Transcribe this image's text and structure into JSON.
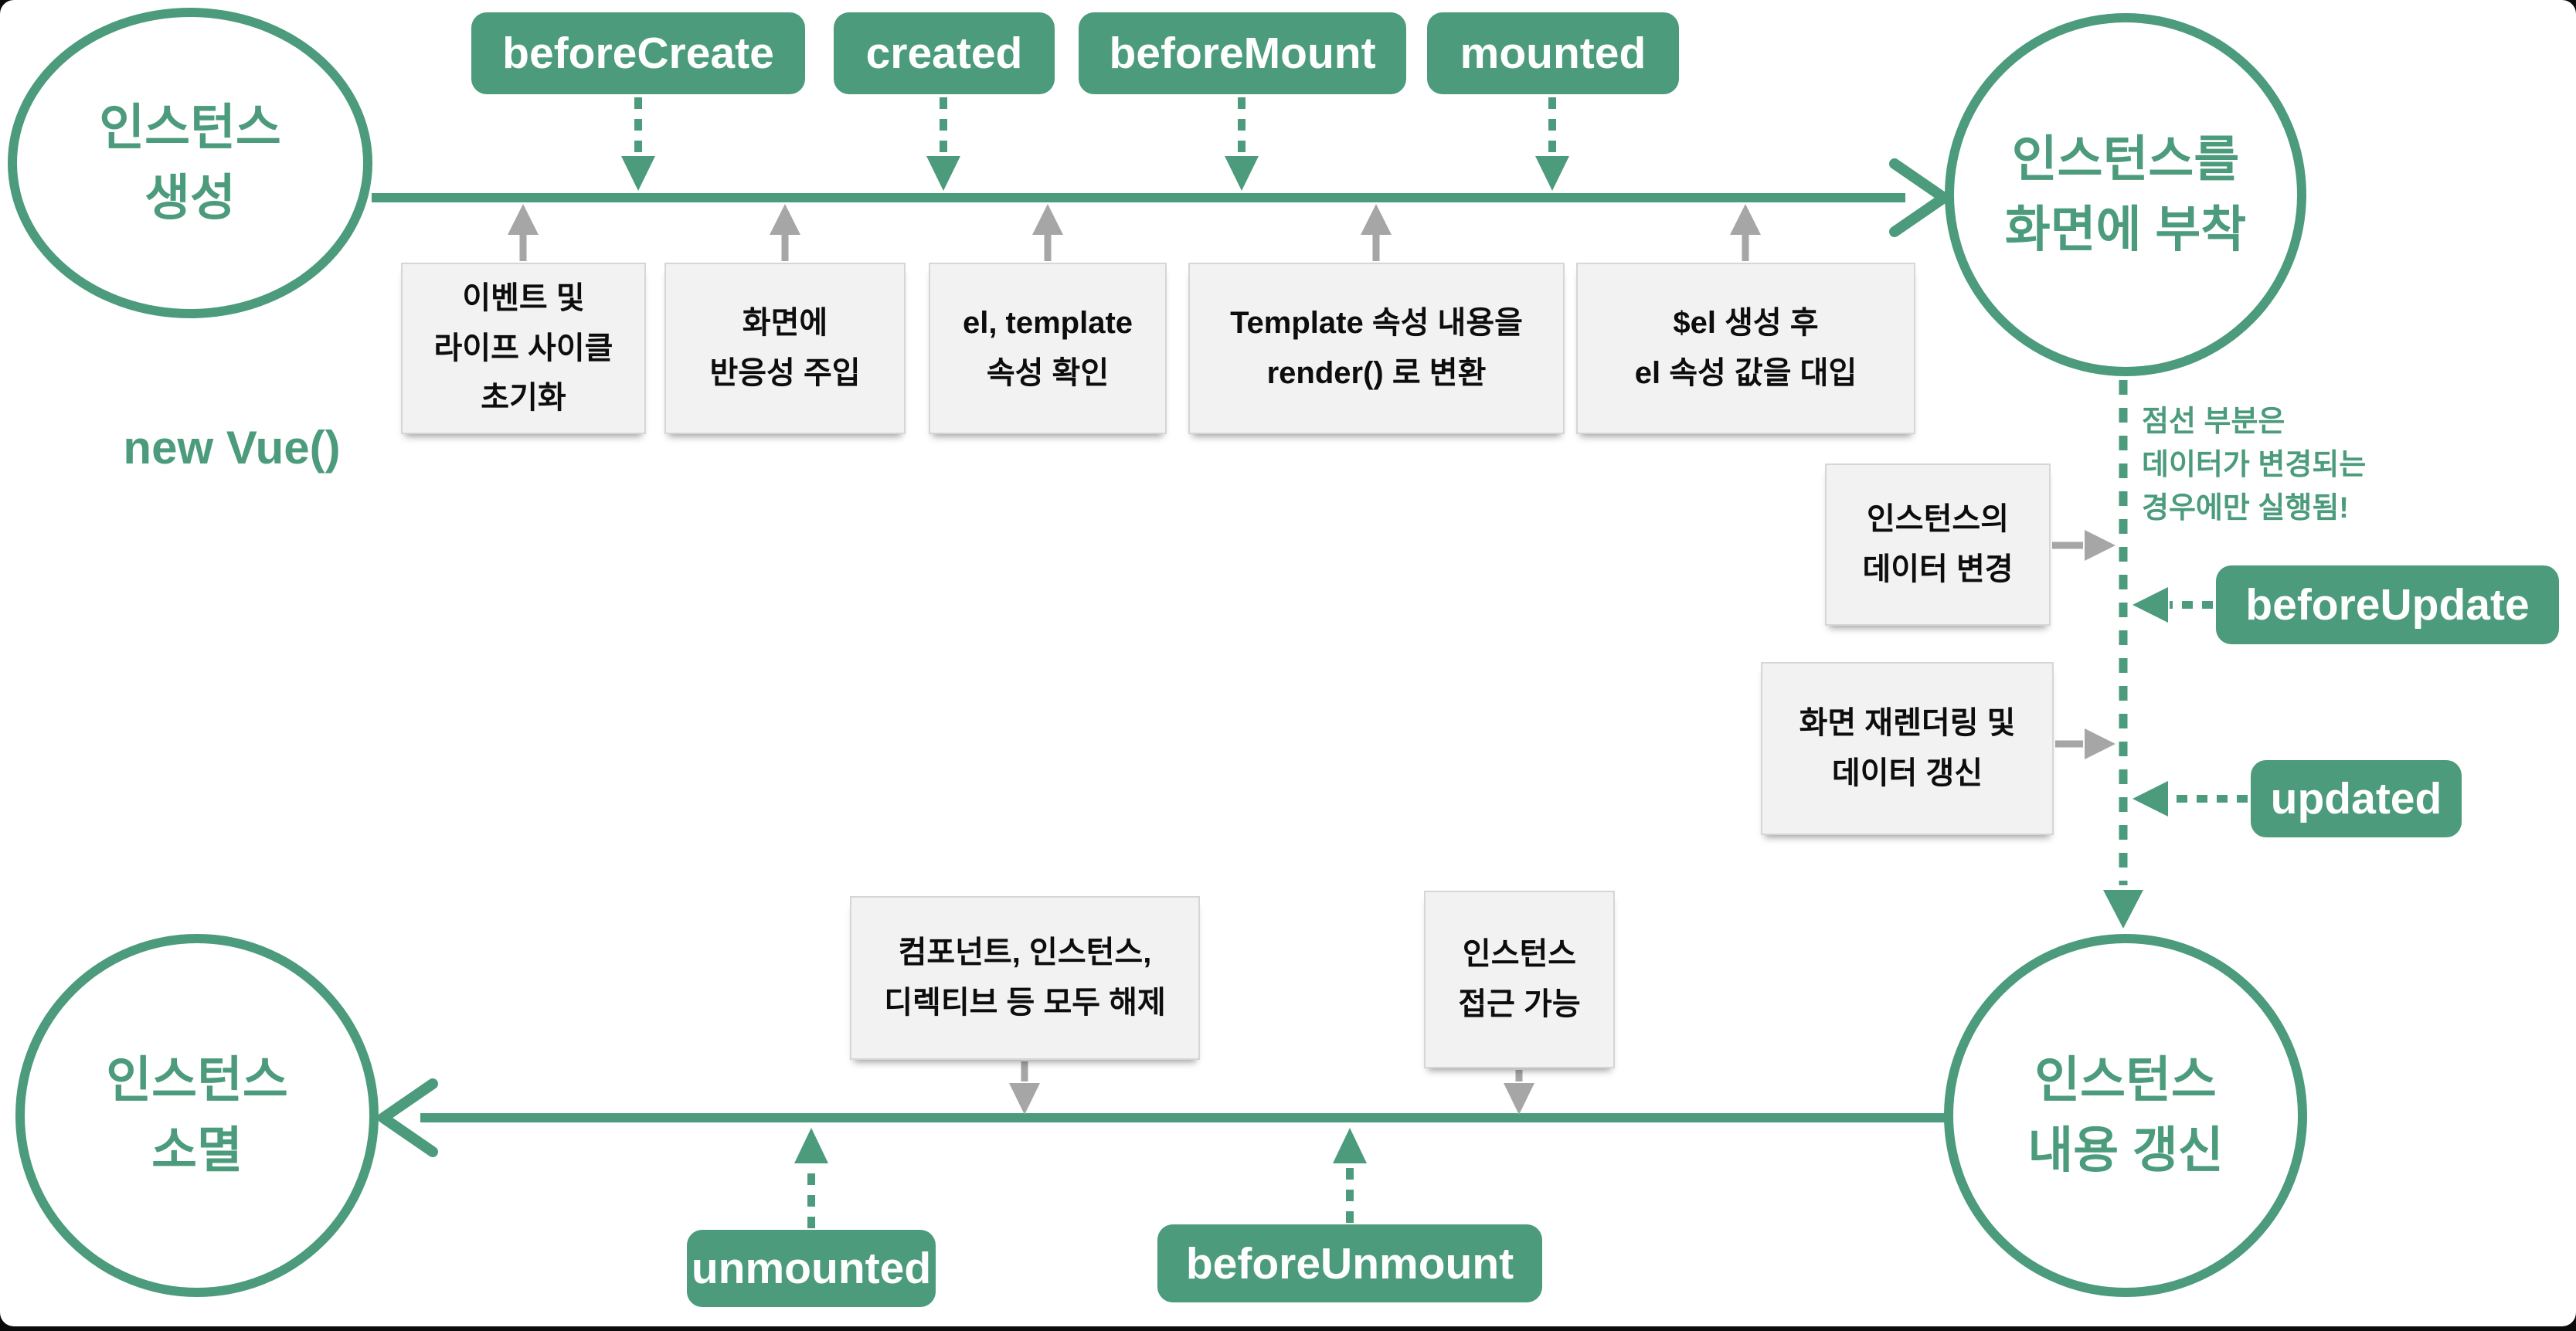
{
  "diagram": {
    "topic": "Vue instance lifecycle",
    "colors": {
      "green": "#4B9B7C",
      "gray_arrow": "#A6A6A6",
      "box_fill": "#F2F2F2",
      "box_border": "#D6D6D6",
      "box_text": "#0D0D0D",
      "hook_text": "#FFFFFF",
      "background": "#FFFFFF",
      "frame": "#0B0B0B"
    }
  },
  "circles": [
    {
      "id": "instance-create",
      "label": "인스턴스\n생성"
    },
    {
      "id": "instance-mount",
      "label": "인스턴스를\n화면에 부착"
    },
    {
      "id": "instance-update",
      "label": "인스턴스\n내용 갱신"
    },
    {
      "id": "instance-destroy",
      "label": "인스턴스\n소멸"
    }
  ],
  "hooks": [
    {
      "id": "beforeCreate",
      "label": "beforeCreate"
    },
    {
      "id": "created",
      "label": "created"
    },
    {
      "id": "beforeMount",
      "label": "beforeMount"
    },
    {
      "id": "mounted",
      "label": "mounted"
    },
    {
      "id": "beforeUpdate",
      "label": "beforeUpdate"
    },
    {
      "id": "updated",
      "label": "updated"
    },
    {
      "id": "unmounted",
      "label": "unmounted"
    },
    {
      "id": "beforeUnmount",
      "label": "beforeUnmount"
    }
  ],
  "steps": [
    {
      "id": "init-events",
      "label": "이벤트 및\n라이프 사이클\n초기화"
    },
    {
      "id": "inject-reactivity",
      "label": "화면에\n반응성 주입"
    },
    {
      "id": "check-el-template",
      "label": "el, template\n속성 확인"
    },
    {
      "id": "render-template",
      "label": "Template 속성 내용을\nrender() 로 변환"
    },
    {
      "id": "assign-el",
      "label": "$el 생성 후\nel 속성 값을 대입"
    },
    {
      "id": "data-change",
      "label": "인스턴스의\n데이터 변경"
    },
    {
      "id": "rerender",
      "label": "화면 재렌더링 및\n데이터 갱신"
    },
    {
      "id": "teardown-all",
      "label": "컴포넌트, 인스턴스,\n디렉티브 등 모두 해제"
    },
    {
      "id": "instance-access",
      "label": "인스턴스\n접근 가능"
    }
  ],
  "labels": {
    "new_vue": "new Vue()",
    "annotation": "점선 부분은\n데이터가 변경되는\n경우에만 실행됨!"
  }
}
